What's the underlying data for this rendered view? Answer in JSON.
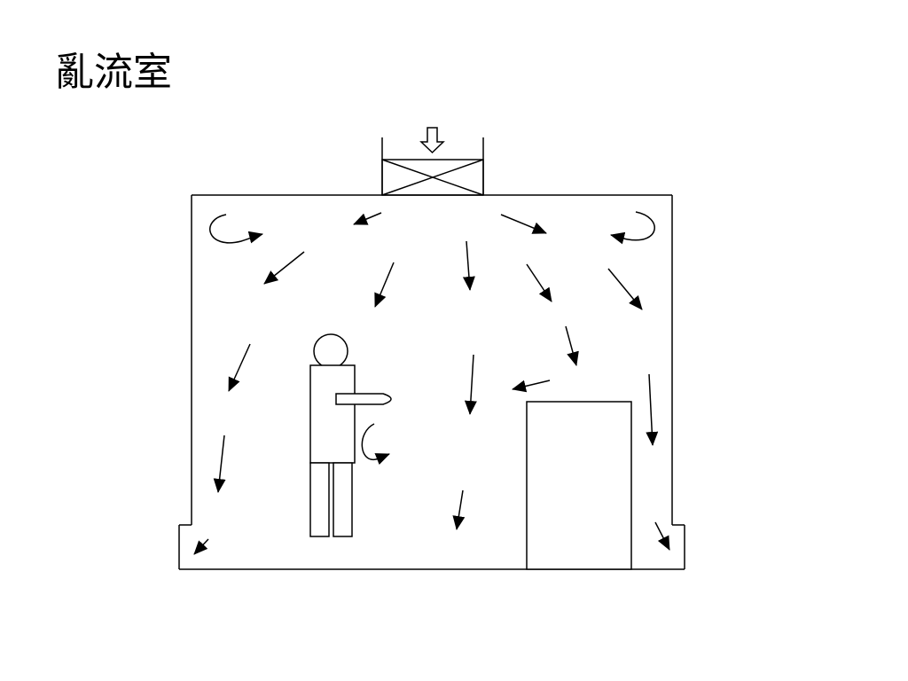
{
  "slide": {
    "title": "亂流室"
  },
  "diagram": {
    "description_elements": [
      "ceiling-filter-unit",
      "room-enclosure",
      "operator-figure",
      "equipment-cabinet",
      "airflow-arrows",
      "recirculation-swirls"
    ],
    "colors": {
      "line": "#000000",
      "background": "#ffffff"
    }
  }
}
